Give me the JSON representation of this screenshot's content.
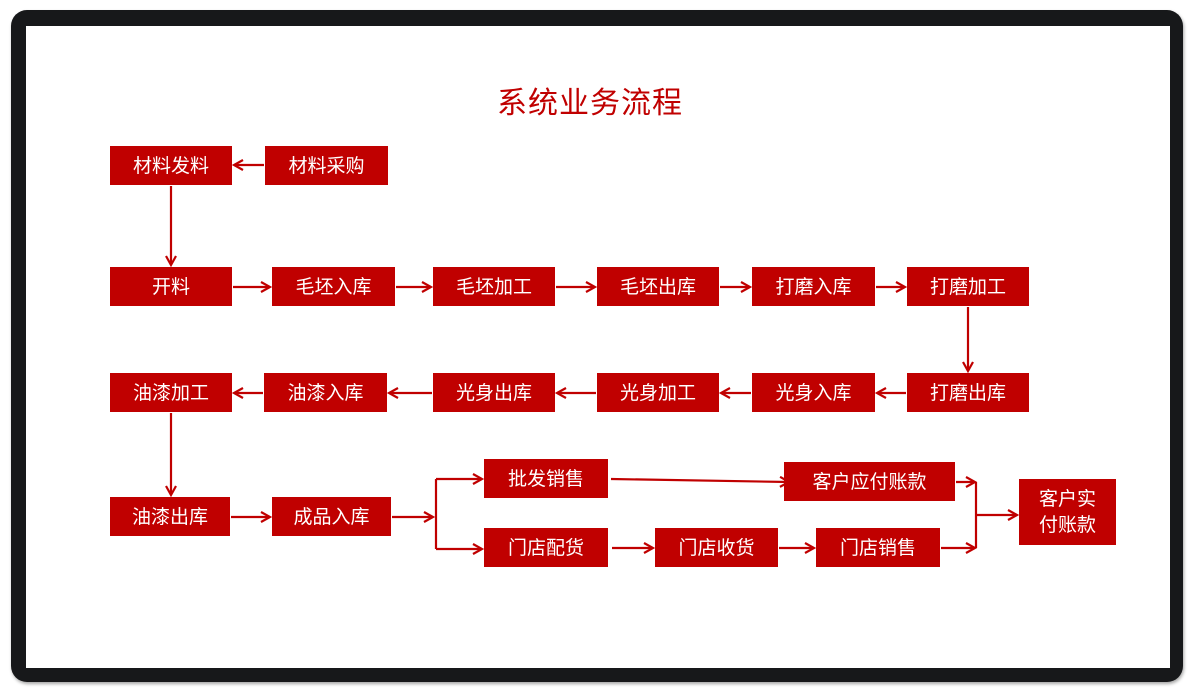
{
  "title": "系统业务流程",
  "colors": {
    "accent": "#c00000",
    "frame": "#17181a",
    "background": "#ffffff"
  },
  "nodes": {
    "material_issue": "材料发料",
    "material_purchase": "材料采购",
    "cutting": "开料",
    "blank_in": "毛坯入库",
    "blank_process": "毛坯加工",
    "blank_out": "毛坯出库",
    "grind_in": "打磨入库",
    "grind_process": "打磨加工",
    "grind_out": "打磨出库",
    "bare_in": "光身入库",
    "bare_process": "光身加工",
    "bare_out": "光身出库",
    "paint_in": "油漆入库",
    "paint_process": "油漆加工",
    "paint_out": "油漆出库",
    "finished_in": "成品入库",
    "wholesale": "批发销售",
    "store_distribution": "门店配货",
    "store_receiving": "门店收货",
    "store_sales": "门店销售",
    "receivable": "客户应付账款",
    "actual_payment": "客户实付账款"
  },
  "edges": [
    [
      "material_purchase",
      "material_issue"
    ],
    [
      "material_issue",
      "cutting"
    ],
    [
      "cutting",
      "blank_in"
    ],
    [
      "blank_in",
      "blank_process"
    ],
    [
      "blank_process",
      "blank_out"
    ],
    [
      "blank_out",
      "grind_in"
    ],
    [
      "grind_in",
      "grind_process"
    ],
    [
      "grind_process",
      "grind_out"
    ],
    [
      "grind_out",
      "bare_in"
    ],
    [
      "bare_in",
      "bare_process"
    ],
    [
      "bare_process",
      "bare_out"
    ],
    [
      "bare_out",
      "paint_in"
    ],
    [
      "paint_in",
      "paint_process"
    ],
    [
      "paint_process",
      "paint_out"
    ],
    [
      "paint_out",
      "finished_in"
    ],
    [
      "finished_in",
      "wholesale"
    ],
    [
      "finished_in",
      "store_distribution"
    ],
    [
      "wholesale",
      "receivable"
    ],
    [
      "store_distribution",
      "store_receiving"
    ],
    [
      "store_receiving",
      "store_sales"
    ],
    [
      "receivable",
      "actual_payment"
    ],
    [
      "store_sales",
      "actual_payment"
    ]
  ]
}
